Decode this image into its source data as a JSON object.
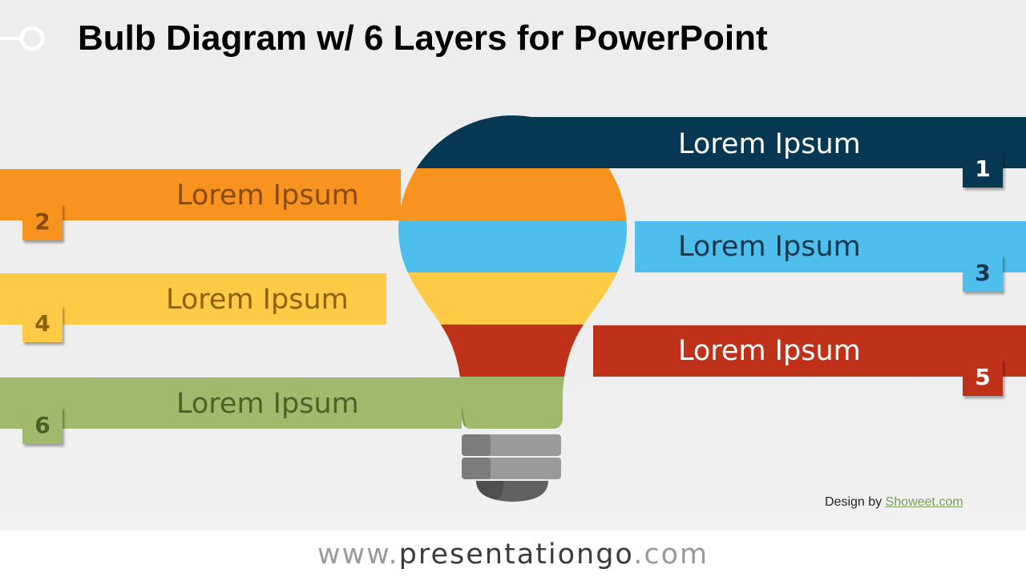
{
  "title": "Bulb Diagram w/ 6 Layers for PowerPoint",
  "layers": [
    {
      "number": "1",
      "label": "Lorem Ipsum",
      "color": "#073853",
      "text_color": "#ffffff",
      "side": "right"
    },
    {
      "number": "2",
      "label": "Lorem Ipsum",
      "color": "#f7931e",
      "text_color": "#8a4a0a",
      "side": "left"
    },
    {
      "number": "3",
      "label": "Lorem Ipsum",
      "color": "#4ebfed",
      "text_color": "#14364f",
      "side": "right"
    },
    {
      "number": "4",
      "label": "Lorem Ipsum",
      "color": "#ffcb47",
      "text_color": "#8c6200",
      "side": "left"
    },
    {
      "number": "5",
      "label": "Lorem Ipsum",
      "color": "#c0311a",
      "text_color": "#ffffff",
      "side": "right"
    },
    {
      "number": "6",
      "label": "Lorem Ipsum",
      "color": "#a0b96c",
      "text_color": "#4d6127",
      "side": "left"
    }
  ],
  "bulb_base_color": "#8a8a8a",
  "credit": {
    "prefix": "Design by",
    "link": "Showeet.com"
  },
  "footer": {
    "www": "www.",
    "domain": "presentationgo",
    "tld": ".com"
  }
}
